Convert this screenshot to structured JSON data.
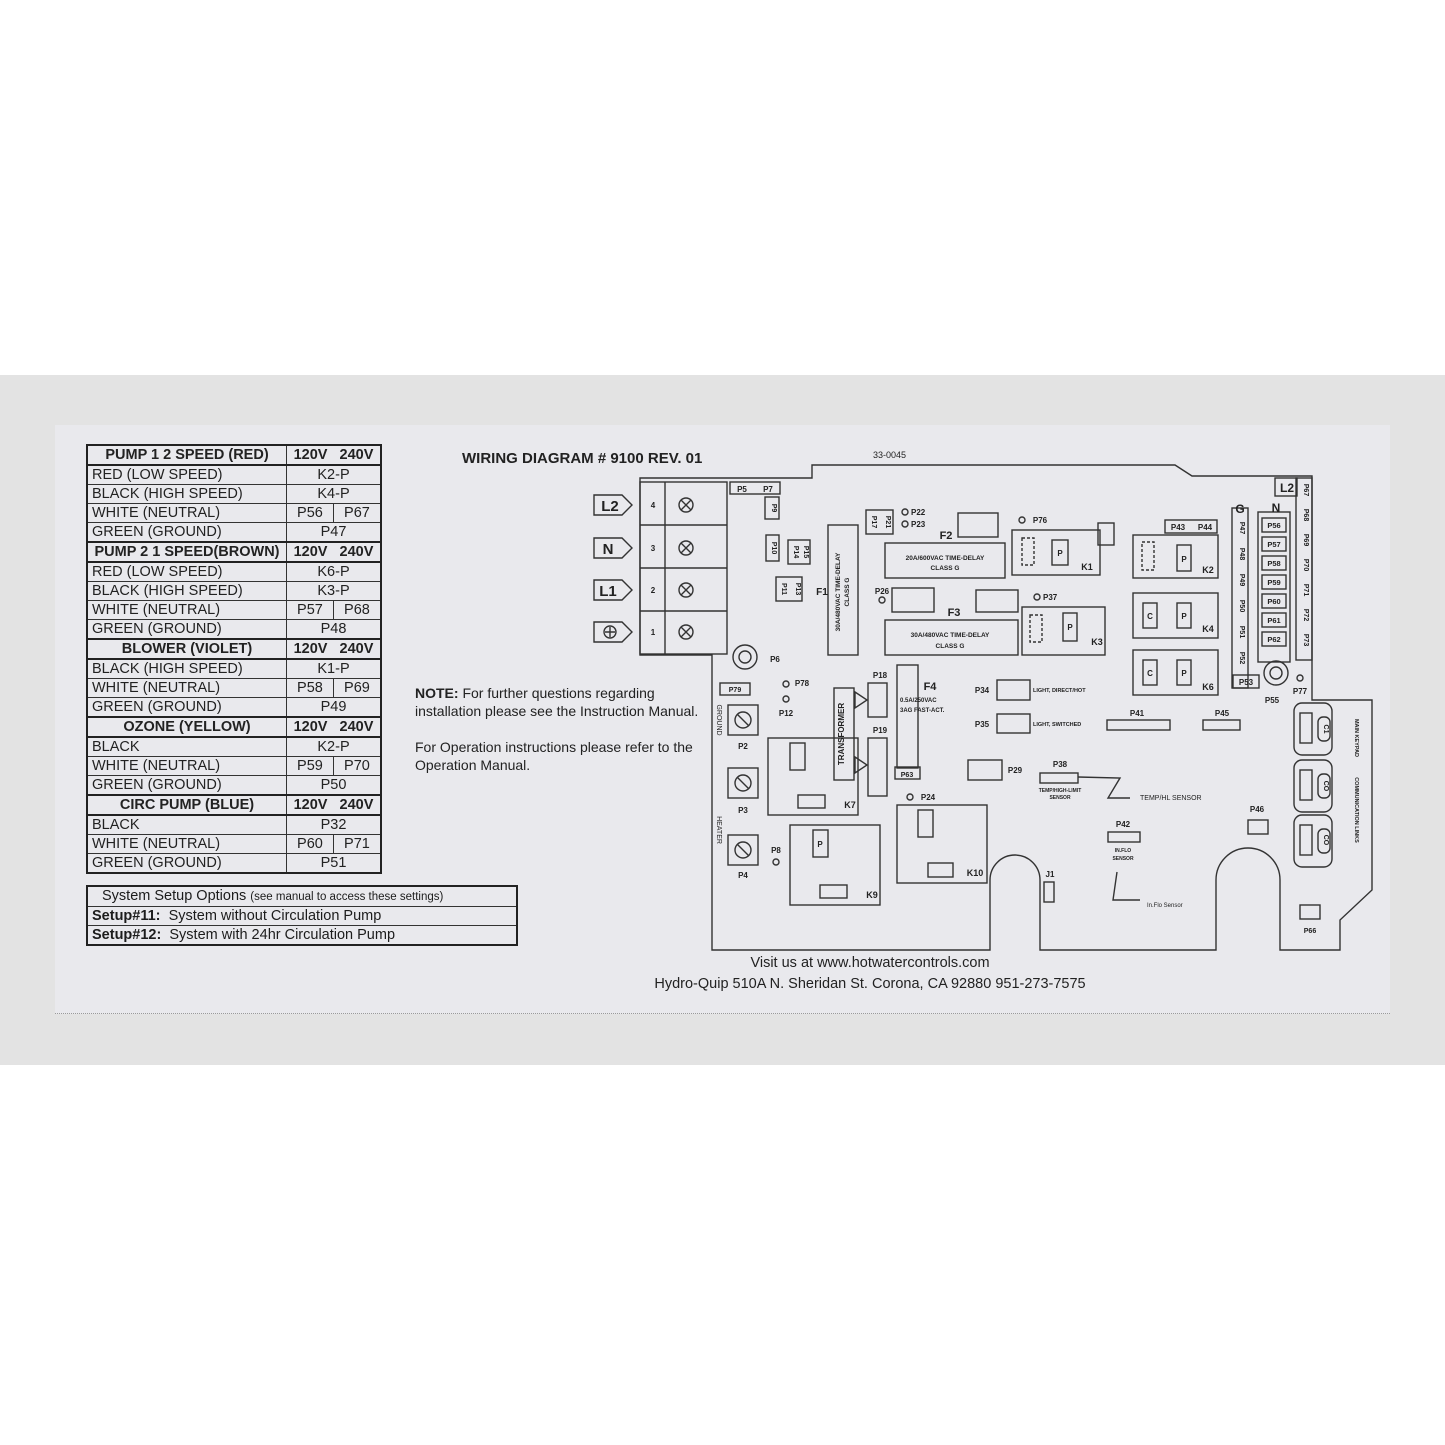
{
  "table": {
    "sections": [
      {
        "header": "PUMP 1 2 SPEED (RED)",
        "v120": "120V",
        "v240": "240V",
        "rows": [
          {
            "wire": "RED (LOW SPEED)",
            "value": "K2-P"
          },
          {
            "wire": "BLACK (HIGH SPEED)",
            "value": "K4-P"
          },
          {
            "wire": "WHITE (NEUTRAL)",
            "v120": "P56",
            "v240": "P67"
          },
          {
            "wire": "GREEN (GROUND)",
            "value": "P47"
          }
        ]
      },
      {
        "header": "PUMP 2 1 SPEED(BROWN)",
        "v120": "120V",
        "v240": "240V",
        "rows": [
          {
            "wire": "RED (LOW SPEED)",
            "value": "K6-P"
          },
          {
            "wire": "BLACK (HIGH SPEED)",
            "value": "K3-P"
          },
          {
            "wire": "WHITE (NEUTRAL)",
            "v120": "P57",
            "v240": "P68"
          },
          {
            "wire": "GREEN (GROUND)",
            "value": "P48"
          }
        ]
      },
      {
        "header": "BLOWER (VIOLET)",
        "v120": "120V",
        "v240": "240V",
        "rows": [
          {
            "wire": "BLACK (HIGH SPEED)",
            "value": "K1-P"
          },
          {
            "wire": "WHITE (NEUTRAL)",
            "v120": "P58",
            "v240": "P69"
          },
          {
            "wire": "GREEN (GROUND)",
            "value": "P49"
          }
        ]
      },
      {
        "header": "OZONE (YELLOW)",
        "v120": "120V",
        "v240": "240V",
        "rows": [
          {
            "wire": "BLACK",
            "value": "K2-P"
          },
          {
            "wire": "WHITE (NEUTRAL)",
            "v120": "P59",
            "v240": "P70"
          },
          {
            "wire": "GREEN (GROUND)",
            "value": "P50"
          }
        ]
      },
      {
        "header": "CIRC PUMP (BLUE)",
        "v120": "120V",
        "v240": "240V",
        "rows": [
          {
            "wire": "BLACK",
            "value": "P32"
          },
          {
            "wire": "WHITE (NEUTRAL)",
            "v120": "P60",
            "v240": "P71"
          },
          {
            "wire": "GREEN (GROUND)",
            "value": "P51"
          }
        ]
      }
    ]
  },
  "setup": {
    "title": "System Setup Options",
    "title_note": "(see manual to access these settings)",
    "options": [
      {
        "code": "Setup#11:",
        "text": "System without Circulation Pump"
      },
      {
        "code": "Setup#12:",
        "text": "System with 24hr Circulation Pump"
      }
    ]
  },
  "note": {
    "label": "NOTE:",
    "text1": "For further questions regarding installation please see the Instruction Manual.",
    "text2": "For Operation instructions please refer to the Operation Manual."
  },
  "footer": {
    "line1": "Visit us at www.hotwatercontrols.com",
    "line2": "Hydro-Quip 510A N. Sheridan St. Corona, CA 92880 951-273-7575"
  },
  "diagram": {
    "title": "WIRING DIAGRAM # 9100 REV. 01",
    "part_number": "33-0045",
    "labels": {
      "L2": "L2",
      "N": "N",
      "L1": "L1",
      "t4": "4",
      "t3": "3",
      "t2": "2",
      "t1": "1",
      "P5": "P5",
      "P7": "P7",
      "P9": "P9",
      "P10": "P10",
      "P14": "P14",
      "P15": "P15",
      "P11": "P11",
      "P13": "P13",
      "F1": "F1",
      "F1_rating": "30A/480VAC TIME-DELAY",
      "F1_class": "CLASS G",
      "P17": "P17",
      "P21": "P21",
      "P22": "P22",
      "P23": "P23",
      "F2": "F2",
      "F2_rating": "20A/600VAC TIME-DELAY",
      "F2_class": "CLASS G",
      "P76": "P76",
      "K1": "K1",
      "K2": "K2",
      "K3": "K3",
      "K4": "K4",
      "K6": "K6",
      "K7": "K7",
      "K9": "K9",
      "K10": "K10",
      "P26": "P26",
      "F3": "F3",
      "F3_rating": "30A/480VAC TIME-DELAY",
      "F3_class": "CLASS G",
      "P37": "P37",
      "P43": "P43",
      "P44": "P44",
      "G": "G",
      "Nbus": "N",
      "L2bus": "L2",
      "P47": "P47",
      "P48": "P48",
      "P49": "P49",
      "P50": "P50",
      "P51": "P51",
      "P52": "P52",
      "P53": "P53",
      "P56": "P56",
      "P57": "P57",
      "P58": "P58",
      "P59": "P59",
      "P60": "P60",
      "P61": "P61",
      "P62": "P62",
      "P67": "P67",
      "P68": "P68",
      "P69": "P69",
      "P70": "P70",
      "P71": "P71",
      "P72": "P72",
      "P73": "P73",
      "P55": "P55",
      "P77": "P77",
      "P6": "P6",
      "P79": "P79",
      "P78": "P78",
      "P12": "P12",
      "GROUND": "GROUND",
      "HEATER": "HEATER",
      "P2": "P2",
      "P3": "P3",
      "P4": "P4",
      "P8": "P8",
      "TRANSFORMER": "TRANSFORMER",
      "P18": "P18",
      "P19": "P19",
      "F4": "F4",
      "F4_rating": "0.5A/250VAC",
      "F4_type": "3AG FAST-ACT.",
      "P63": "P63",
      "P34": "P34",
      "P34_desc": "LIGHT, DIRECT/HOT",
      "P35": "P35",
      "P35_desc": "LIGHT, SWITCHED",
      "P41": "P41",
      "P45": "P45",
      "P29": "P29",
      "P38": "P38",
      "P38_desc1": "TEMP/HIGH-LIMIT",
      "P38_desc2": "SENSOR",
      "temp_sensor": "TEMP/HL SENSOR",
      "P24": "P24",
      "J1": "J1",
      "P42": "P42",
      "P42_desc1": "IN.FLO",
      "P42_desc2": "SENSOR",
      "inflo_sensor": "In.Flo Sensor",
      "P46": "P46",
      "P66": "P66",
      "C1": "C1",
      "CO_a": "CO",
      "CO_b": "CO",
      "main_keypad": "MAIN KEYPAD",
      "comm_links": "COMMUNICATION LINKS",
      "relay_P": "P",
      "relay_C": "C"
    }
  }
}
